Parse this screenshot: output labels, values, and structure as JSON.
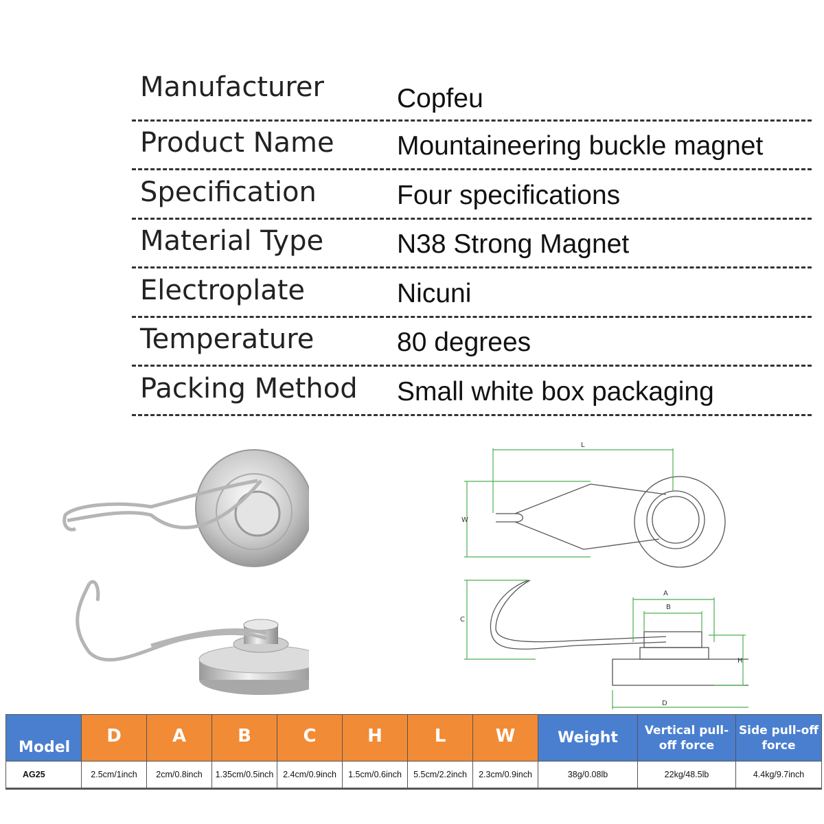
{
  "specs": [
    {
      "label": "Manufacturer",
      "value": "Copfeu"
    },
    {
      "label": "Product Name",
      "value": "Mountaineering buckle magnet"
    },
    {
      "label": "Specification",
      "value": "Four specifications"
    },
    {
      "label": "Material Type",
      "value": "N38 Strong Magnet"
    },
    {
      "label": "Electroplate",
      "value": "Nicuni"
    },
    {
      "label": "Temperature",
      "value": "80 degrees"
    },
    {
      "label": "Packing Method",
      "value": "Small white box packaging"
    }
  ],
  "drawing_labels": {
    "L": "L",
    "W": "W",
    "A": "A",
    "B": "B",
    "C": "C",
    "H": "H",
    "D": "D"
  },
  "table": {
    "headers": {
      "model": "Model",
      "D": "D",
      "A": "A",
      "B": "B",
      "C": "C",
      "H": "H",
      "L": "L",
      "W": "W",
      "weight": "Weight",
      "vertical": "Vertical pull-off force",
      "side": "Side pull-off force"
    },
    "row": {
      "model": "AG25",
      "D": "2.5cm/1inch",
      "A": "2cm/0.8inch",
      "B": "1.35cm/0.5inch",
      "C": "2.4cm/0.9inch",
      "H": "1.5cm/0.6inch",
      "L": "5.5cm/2.2inch",
      "W": "2.3cm/0.9inch",
      "weight": "38g/0.08lb",
      "vertical": "22kg/48.5lb",
      "side": "4.4kg/9.7inch"
    }
  },
  "colors": {
    "header_blue": "#4a7fd0",
    "header_orange": "#f28b35",
    "dimension_green": "#4caf50"
  }
}
